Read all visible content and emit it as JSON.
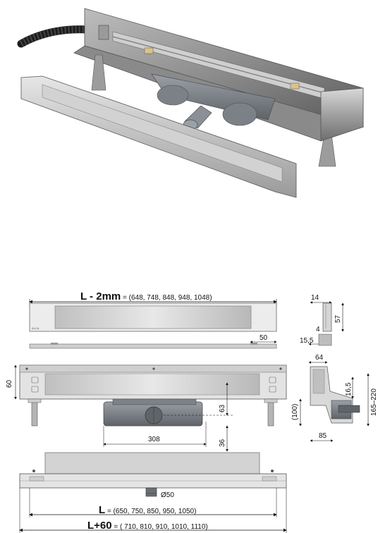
{
  "brand": {
    "logo_text": "ALCA"
  },
  "top_view": {
    "length_label_bold": "L - 2mm",
    "length_label_values": " = (648, 748, 848, 948, 1048)",
    "edge_dim": "50"
  },
  "side_profile": {
    "width_top": "14",
    "height": "57",
    "depth_small": "4",
    "foot_width": "15,5"
  },
  "channel_view": {
    "height_left": "60",
    "outlet_height": "63",
    "adjust_height": "(100)",
    "outlet_offset": "308",
    "bottom_dim": "36"
  },
  "section_view": {
    "top_width": "64",
    "water_level": "16,5",
    "total_height": "165–220",
    "bottom_width": "85"
  },
  "bottom_view": {
    "outlet_diameter": "Ø50",
    "length_label_bold": "L",
    "length_label_values": " = (650, 750, 850, 950, 1050)",
    "outer_label_bold": "L+60",
    "outer_label_values": " = ( 710, 810, 910, 1010, 1110)"
  }
}
